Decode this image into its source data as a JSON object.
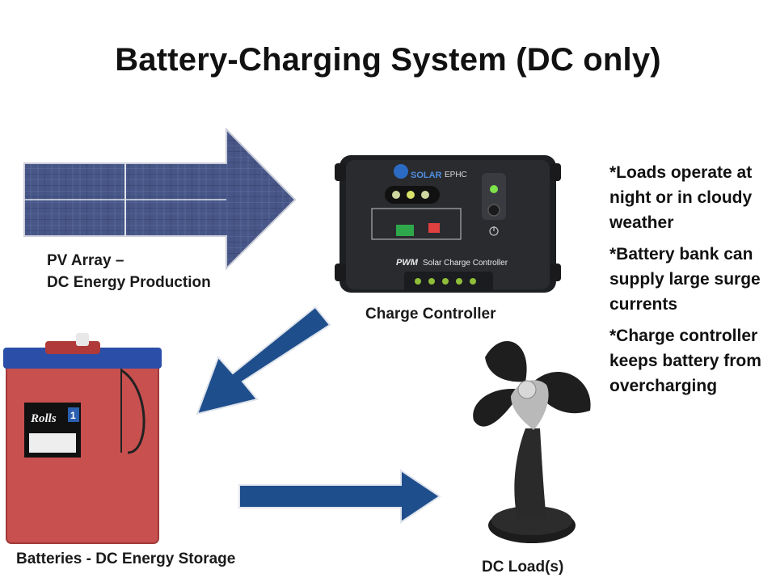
{
  "title": "Battery-Charging System (DC only)",
  "labels": {
    "pv_line1": "PV Array –",
    "pv_line2": "DC Energy Production",
    "controller": "Charge Controller",
    "batteries": "Batteries - DC Energy Storage",
    "load": "DC Load(s)"
  },
  "notes": [
    "*Loads operate at night or in cloudy weather",
    "*Battery bank can supply large surge currents",
    "*Charge controller keeps battery from overcharging"
  ],
  "device_text": {
    "controller_brand": "SOLAR",
    "controller_model": "EPHC",
    "controller_pwm": "PWM",
    "controller_name": "Solar Charge Controller",
    "battery_brand": "Rolls",
    "battery_number": "1"
  },
  "colors": {
    "arrow_blue": "#1f4e8c",
    "battery_red": "#c8504f",
    "battery_lid": "#2b4fa8",
    "panel_blue": "#3a4670",
    "controller_body": "#202124"
  }
}
